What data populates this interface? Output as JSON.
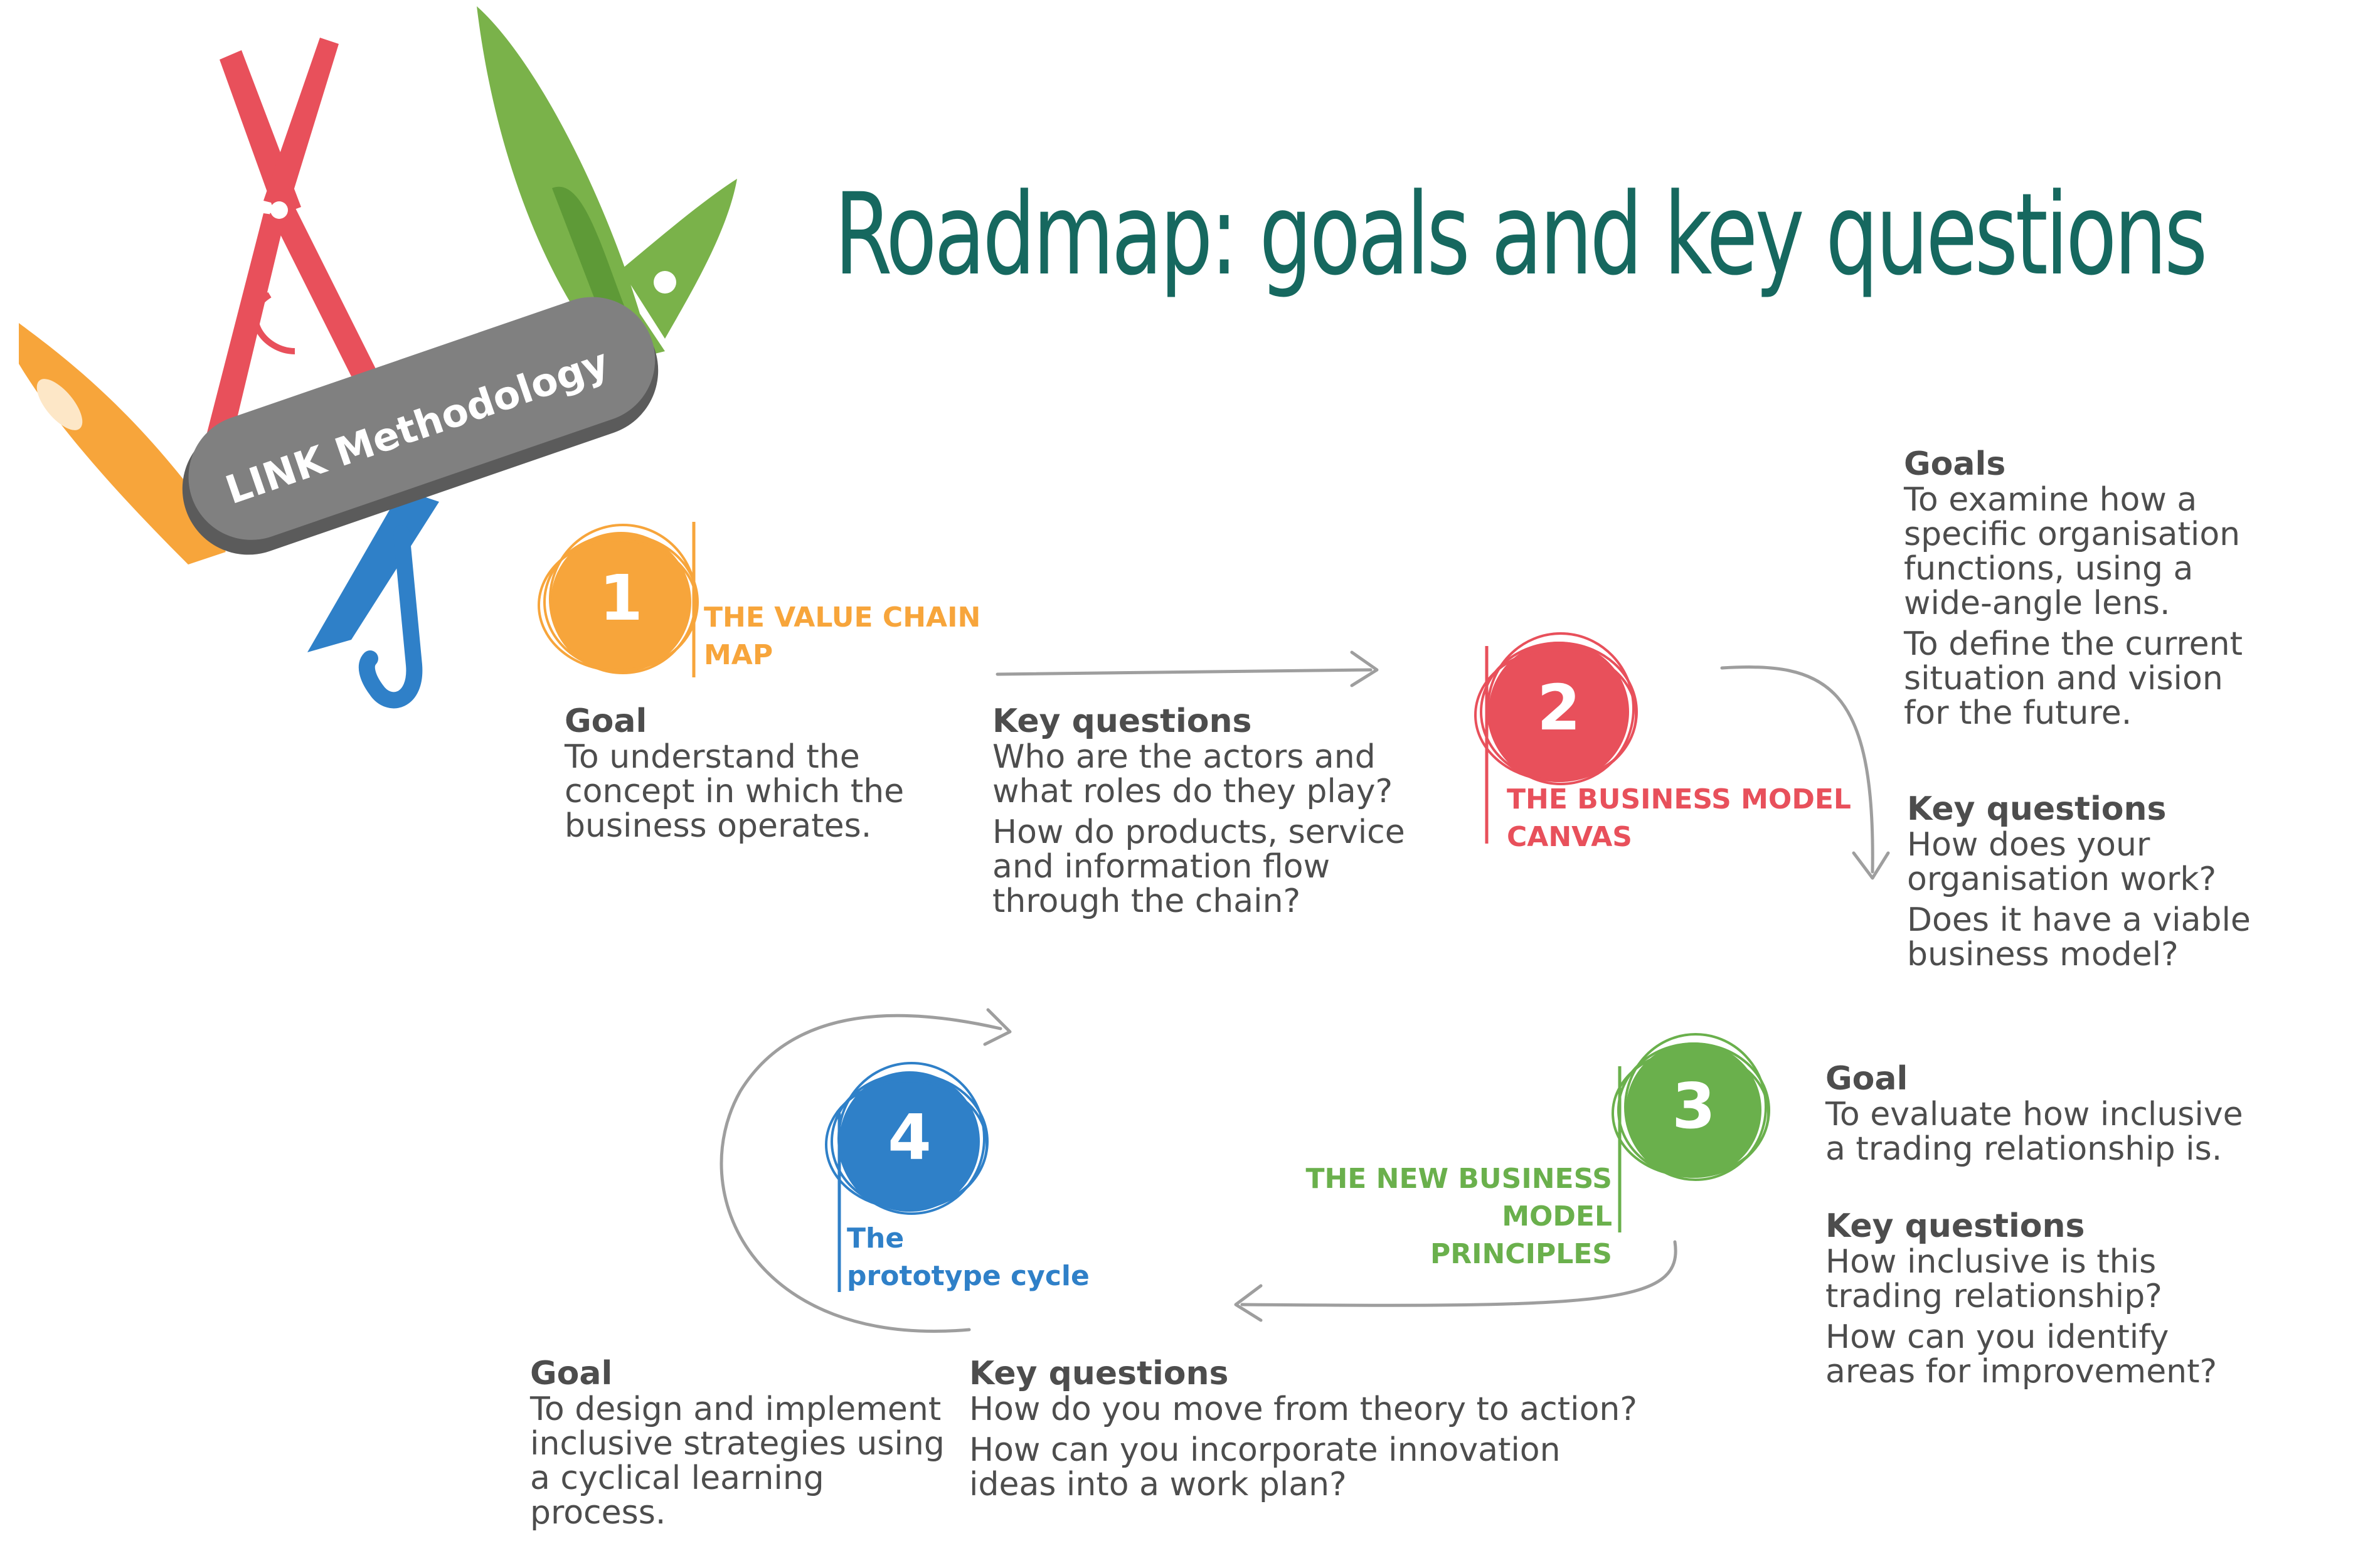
{
  "title": "Roadmap: goals and key questions",
  "badge": "LINK Methodology",
  "colors": {
    "title": "#16685f",
    "stage1": "#f7a53b",
    "stage2": "#e8505b",
    "stage3": "#6ab04c",
    "stage4": "#2f80c8",
    "text": "#4d4d4d",
    "badge": "#808080",
    "arrow": "#9e9e9e"
  },
  "stages": [
    {
      "number": "1",
      "label": "THE VALUE CHAIN\nMAP",
      "goal_heading": "Goal",
      "goals": [
        "To understand the\nconcept in which the\nbusiness operates."
      ],
      "questions_heading": "Key questions",
      "questions": [
        "Who are the actors and\nwhat roles do they play?",
        "How do products, service\nand information flow\nthrough the chain?"
      ]
    },
    {
      "number": "2",
      "label": "THE BUSINESS MODEL\nCANVAS",
      "goal_heading": "Goals",
      "goals": [
        "To examine how a\nspecific organisation\nfunctions, using a\nwide-angle lens.",
        "To define the current\nsituation and vision\nfor the future."
      ],
      "questions_heading": "Key questions",
      "questions": [
        "How does your\norganisation work?",
        "Does it have a viable\nbusiness model?"
      ]
    },
    {
      "number": "3",
      "label": "THE NEW BUSINESS MODEL\nPRINCIPLES",
      "goal_heading": "Goal",
      "goals": [
        "To evaluate how inclusive\na trading relationship is."
      ],
      "questions_heading": "Key questions",
      "questions": [
        "How inclusive is this\ntrading relationship?",
        "How can you identify\nareas for improvement?"
      ]
    },
    {
      "number": "4",
      "label": "The\nprototype cycle",
      "goal_heading": "Goal",
      "goals": [
        "To design and implement\ninclusive strategies using\na cyclical learning process."
      ],
      "questions_heading": "Key questions",
      "questions": [
        "How do you move from theory to action?",
        "How can you incorporate innovation\nideas into a work plan?"
      ]
    }
  ]
}
